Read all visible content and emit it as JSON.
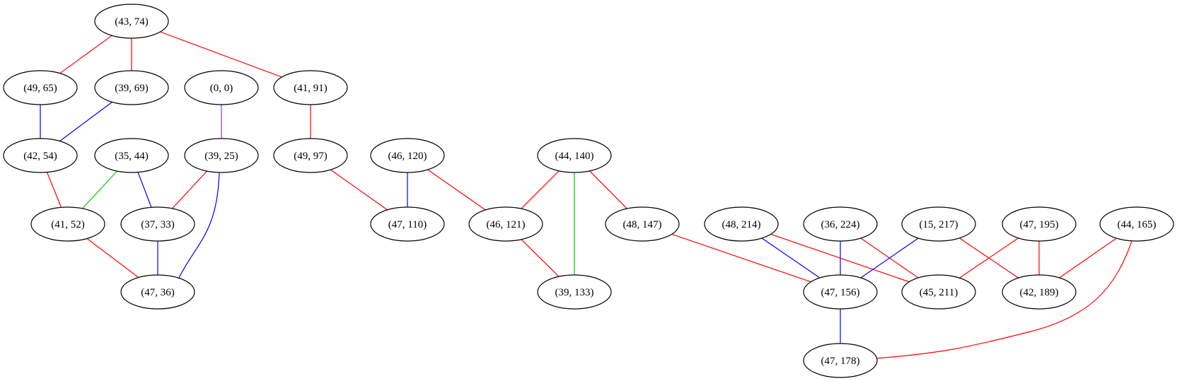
{
  "colors": {
    "red": "#ff0000",
    "blue": "#0000ff",
    "green": "#00cc00",
    "purple": "#9933cc"
  },
  "nodes": [
    {
      "id": "n43_74",
      "label": "(43, 74)"
    },
    {
      "id": "n49_65",
      "label": "(49, 65)"
    },
    {
      "id": "n39_69",
      "label": "(39, 69)"
    },
    {
      "id": "n0_0",
      "label": "(0, 0)"
    },
    {
      "id": "n41_91",
      "label": "(41, 91)"
    },
    {
      "id": "n42_54",
      "label": "(42, 54)"
    },
    {
      "id": "n35_44",
      "label": "(35, 44)"
    },
    {
      "id": "n39_25",
      "label": "(39, 25)"
    },
    {
      "id": "n49_97",
      "label": "(49, 97)"
    },
    {
      "id": "n46_120",
      "label": "(46, 120)"
    },
    {
      "id": "n44_140",
      "label": "(44, 140)"
    },
    {
      "id": "n41_52",
      "label": "(41, 52)"
    },
    {
      "id": "n37_33",
      "label": "(37, 33)"
    },
    {
      "id": "n47_110",
      "label": "(47, 110)"
    },
    {
      "id": "n46_121",
      "label": "(46, 121)"
    },
    {
      "id": "n48_147",
      "label": "(48, 147)"
    },
    {
      "id": "n48_214",
      "label": "(48, 214)"
    },
    {
      "id": "n36_224",
      "label": "(36, 224)"
    },
    {
      "id": "n15_217",
      "label": "(15, 217)"
    },
    {
      "id": "n47_195",
      "label": "(47, 195)"
    },
    {
      "id": "n44_165",
      "label": "(44, 165)"
    },
    {
      "id": "n47_36",
      "label": "(47, 36)"
    },
    {
      "id": "n39_133",
      "label": "(39, 133)"
    },
    {
      "id": "n47_156",
      "label": "(47, 156)"
    },
    {
      "id": "n45_211",
      "label": "(45, 211)"
    },
    {
      "id": "n42_189",
      "label": "(42, 189)"
    },
    {
      "id": "n47_178",
      "label": "(47, 178)"
    }
  ],
  "edges": [
    {
      "from": "n43_74",
      "to": "n49_65",
      "color": "red"
    },
    {
      "from": "n43_74",
      "to": "n39_69",
      "color": "red"
    },
    {
      "from": "n43_74",
      "to": "n41_91",
      "color": "red"
    },
    {
      "from": "n49_65",
      "to": "n42_54",
      "color": "blue"
    },
    {
      "from": "n39_69",
      "to": "n42_54",
      "color": "blue"
    },
    {
      "from": "n0_0",
      "to": "n39_25",
      "color": "purple"
    },
    {
      "from": "n41_91",
      "to": "n49_97",
      "color": "red"
    },
    {
      "from": "n42_54",
      "to": "n41_52",
      "color": "red"
    },
    {
      "from": "n35_44",
      "to": "n41_52",
      "color": "green"
    },
    {
      "from": "n35_44",
      "to": "n37_33",
      "color": "blue"
    },
    {
      "from": "n39_25",
      "to": "n37_33",
      "color": "red"
    },
    {
      "from": "n39_25",
      "to": "n47_36",
      "color": "blue"
    },
    {
      "from": "n49_97",
      "to": "n47_110",
      "color": "red"
    },
    {
      "from": "n46_120",
      "to": "n47_110",
      "color": "blue"
    },
    {
      "from": "n46_120",
      "to": "n46_121",
      "color": "red"
    },
    {
      "from": "n44_140",
      "to": "n46_121",
      "color": "red"
    },
    {
      "from": "n44_140",
      "to": "n39_133",
      "color": "green"
    },
    {
      "from": "n44_140",
      "to": "n48_147",
      "color": "red"
    },
    {
      "from": "n41_52",
      "to": "n47_36",
      "color": "red"
    },
    {
      "from": "n37_33",
      "to": "n47_36",
      "color": "blue"
    },
    {
      "from": "n46_121",
      "to": "n39_133",
      "color": "red"
    },
    {
      "from": "n48_147",
      "to": "n47_156",
      "color": "red"
    },
    {
      "from": "n48_214",
      "to": "n47_156",
      "color": "blue"
    },
    {
      "from": "n48_214",
      "to": "n45_211",
      "color": "red"
    },
    {
      "from": "n36_224",
      "to": "n47_156",
      "color": "blue"
    },
    {
      "from": "n36_224",
      "to": "n45_211",
      "color": "red"
    },
    {
      "from": "n15_217",
      "to": "n47_156",
      "color": "blue"
    },
    {
      "from": "n15_217",
      "to": "n42_189",
      "color": "red"
    },
    {
      "from": "n47_195",
      "to": "n45_211",
      "color": "red"
    },
    {
      "from": "n47_195",
      "to": "n42_189",
      "color": "red"
    },
    {
      "from": "n44_165",
      "to": "n42_189",
      "color": "red"
    },
    {
      "from": "n44_165",
      "to": "n47_178",
      "color": "red"
    },
    {
      "from": "n47_156",
      "to": "n47_178",
      "color": "blue"
    }
  ]
}
